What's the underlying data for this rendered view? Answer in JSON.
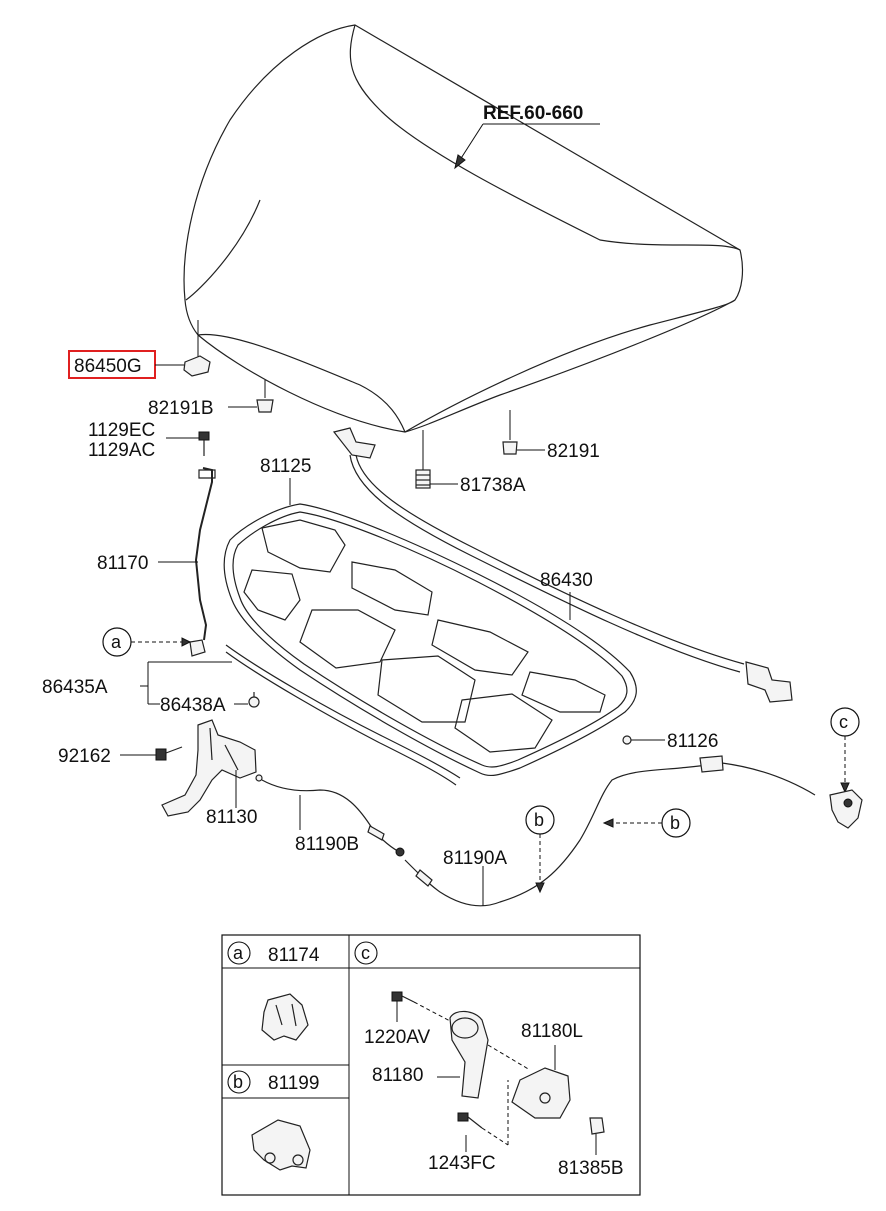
{
  "diagram": {
    "reference": "REF.60-660",
    "highlight_color": "#e02020",
    "parts": {
      "p86450G": "86450G",
      "p82191B": "82191B",
      "p1129EC": "1129EC",
      "p1129AC": "1129AC",
      "p81125": "81125",
      "p81738A": "81738A",
      "p82191": "82191",
      "p81170": "81170",
      "p86430": "86430",
      "p86435A": "86435A",
      "p86438A": "86438A",
      "p92162": "92162",
      "p81126": "81126",
      "p81130": "81130",
      "p81190B": "81190B",
      "p81190A": "81190A"
    },
    "callouts": {
      "a": "a",
      "b": "b",
      "c": "c"
    },
    "table": {
      "a_part": "81174",
      "b_part": "81199",
      "c_parts": {
        "p1220AV": "1220AV",
        "p81180L": "81180L",
        "p81180": "81180",
        "p1243FC": "1243FC",
        "p81385B": "81385B"
      }
    }
  }
}
